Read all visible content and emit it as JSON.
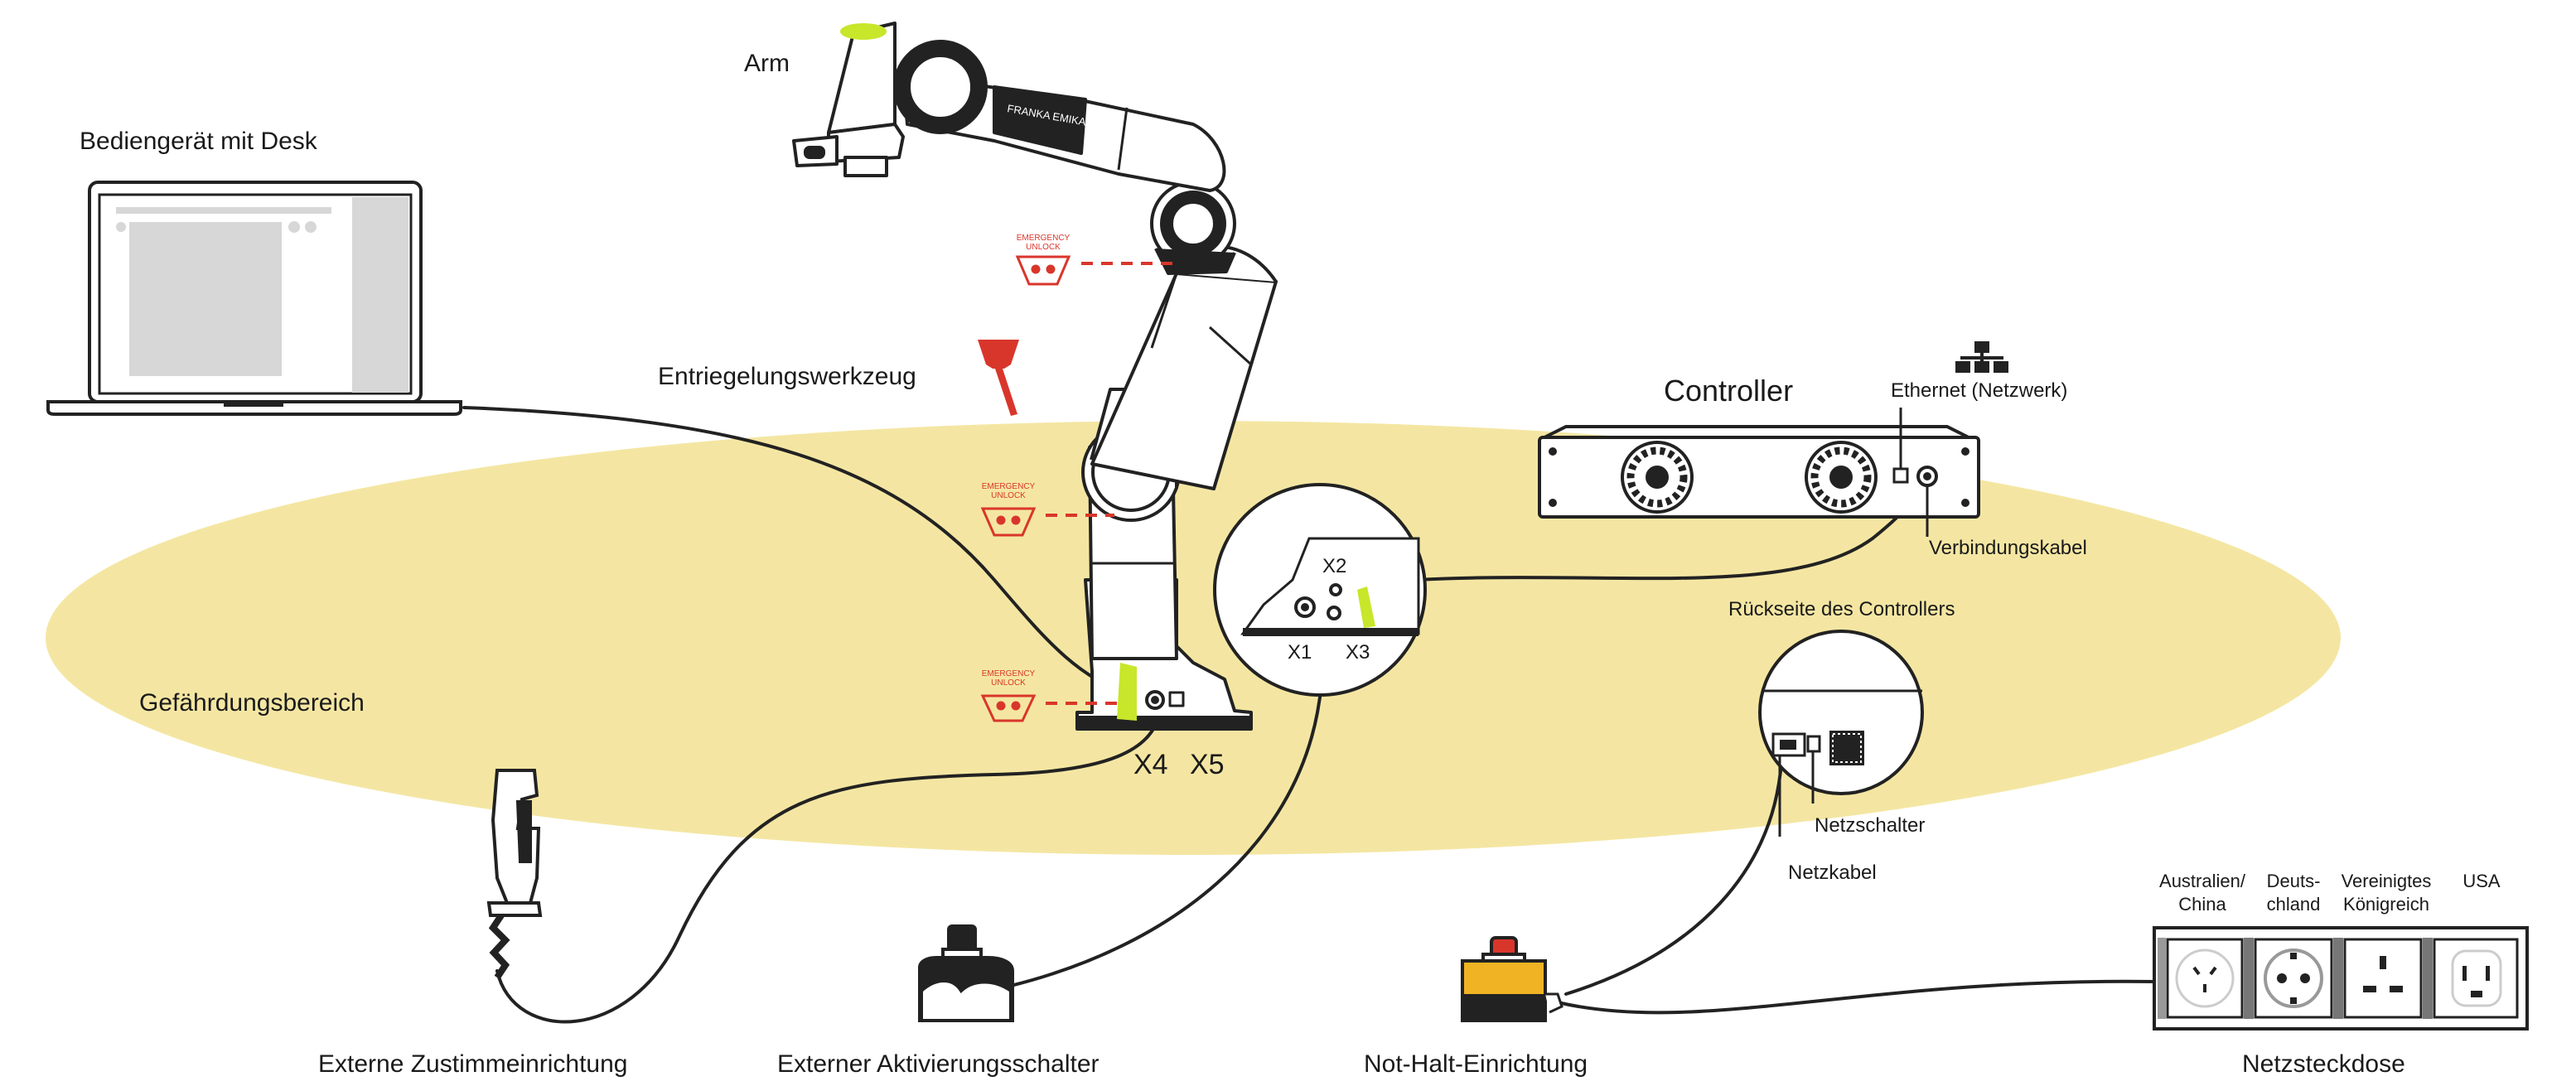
{
  "labels": {
    "arm": "Arm",
    "desk": "Bediengerät mit Desk",
    "unlock_tool": "Entriegelungswerkzeug",
    "controller": "Controller",
    "ethernet": "Ethernet (Netzwerk)",
    "connection_cable": "Verbindungskabel",
    "controller_back": "Rückseite des Controllers",
    "hazard_zone": "Gefährdungsbereich",
    "power_switch": "Netzschalter",
    "power_cable": "Netzkabel",
    "x1": "X1",
    "x2": "X2",
    "x3": "X3",
    "x4": "X4",
    "x5": "X5",
    "enabling_device": "Externe Zustimmeinrichtung",
    "activation_switch": "Externer Aktivierungsschalter",
    "emergency_stop": "Not-Halt-Einrichtung",
    "socket": "Netzsteckdose"
  },
  "emergency_unlock": {
    "line1": "EMERGENCY",
    "line2": "UNLOCK"
  },
  "arm_brand": "FRANKA EMIKA",
  "socket_types": [
    {
      "line1": "Australien/",
      "line2": "China"
    },
    {
      "line1": "Deuts-",
      "line2": "chland"
    },
    {
      "line1": "Vereinigtes",
      "line2": "Königreich"
    },
    {
      "line1": "USA",
      "line2": ""
    }
  ],
  "colors": {
    "hazard_zone": "#f4e6a2",
    "cable": "#222222",
    "emergency_red": "#d9362b",
    "highlight_green": "#c8e62a",
    "estop_yellow": "#f0b323"
  }
}
